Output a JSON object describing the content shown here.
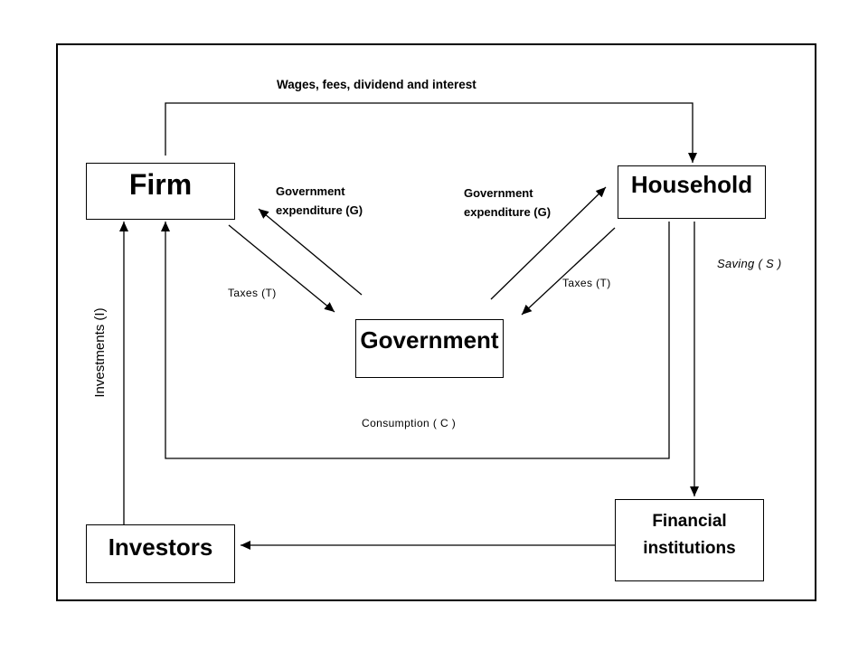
{
  "diagram": {
    "type": "circular-flow-of-income",
    "colors": {
      "line": "#000000",
      "background": "#ffffff",
      "text": "#000000"
    },
    "nodes": {
      "firm": "Firm",
      "household": "Household",
      "government": "Government",
      "investors": "Investors",
      "financial_institutions": "Financial institutions"
    },
    "labels": {
      "wages": "Wages, fees, dividend and interest",
      "gov_expenditure_left": "Government expenditure (G)",
      "gov_expenditure_right": "Government expenditure (G)",
      "taxes_left": "Taxes (T)",
      "taxes_right": "Taxes (T)",
      "saving": "Saving ( S )",
      "consumption": "Consumption ( C )",
      "investments": "Investments (I)"
    },
    "edges": [
      {
        "from": "firm",
        "to": "household",
        "label": "Wages, fees, dividend and interest"
      },
      {
        "from": "firm",
        "to": "government",
        "label": "Taxes (T)"
      },
      {
        "from": "government",
        "to": "firm",
        "label": "Government expenditure (G)"
      },
      {
        "from": "government",
        "to": "household",
        "label": "Government expenditure (G)"
      },
      {
        "from": "household",
        "to": "government",
        "label": "Taxes (T)"
      },
      {
        "from": "household",
        "to": "firm",
        "label": "Consumption ( C )"
      },
      {
        "from": "household",
        "to": "financial_institutions",
        "label": "Saving ( S )"
      },
      {
        "from": "financial_institutions",
        "to": "investors",
        "label": ""
      },
      {
        "from": "investors",
        "to": "firm",
        "label": "Investments (I)"
      }
    ]
  }
}
